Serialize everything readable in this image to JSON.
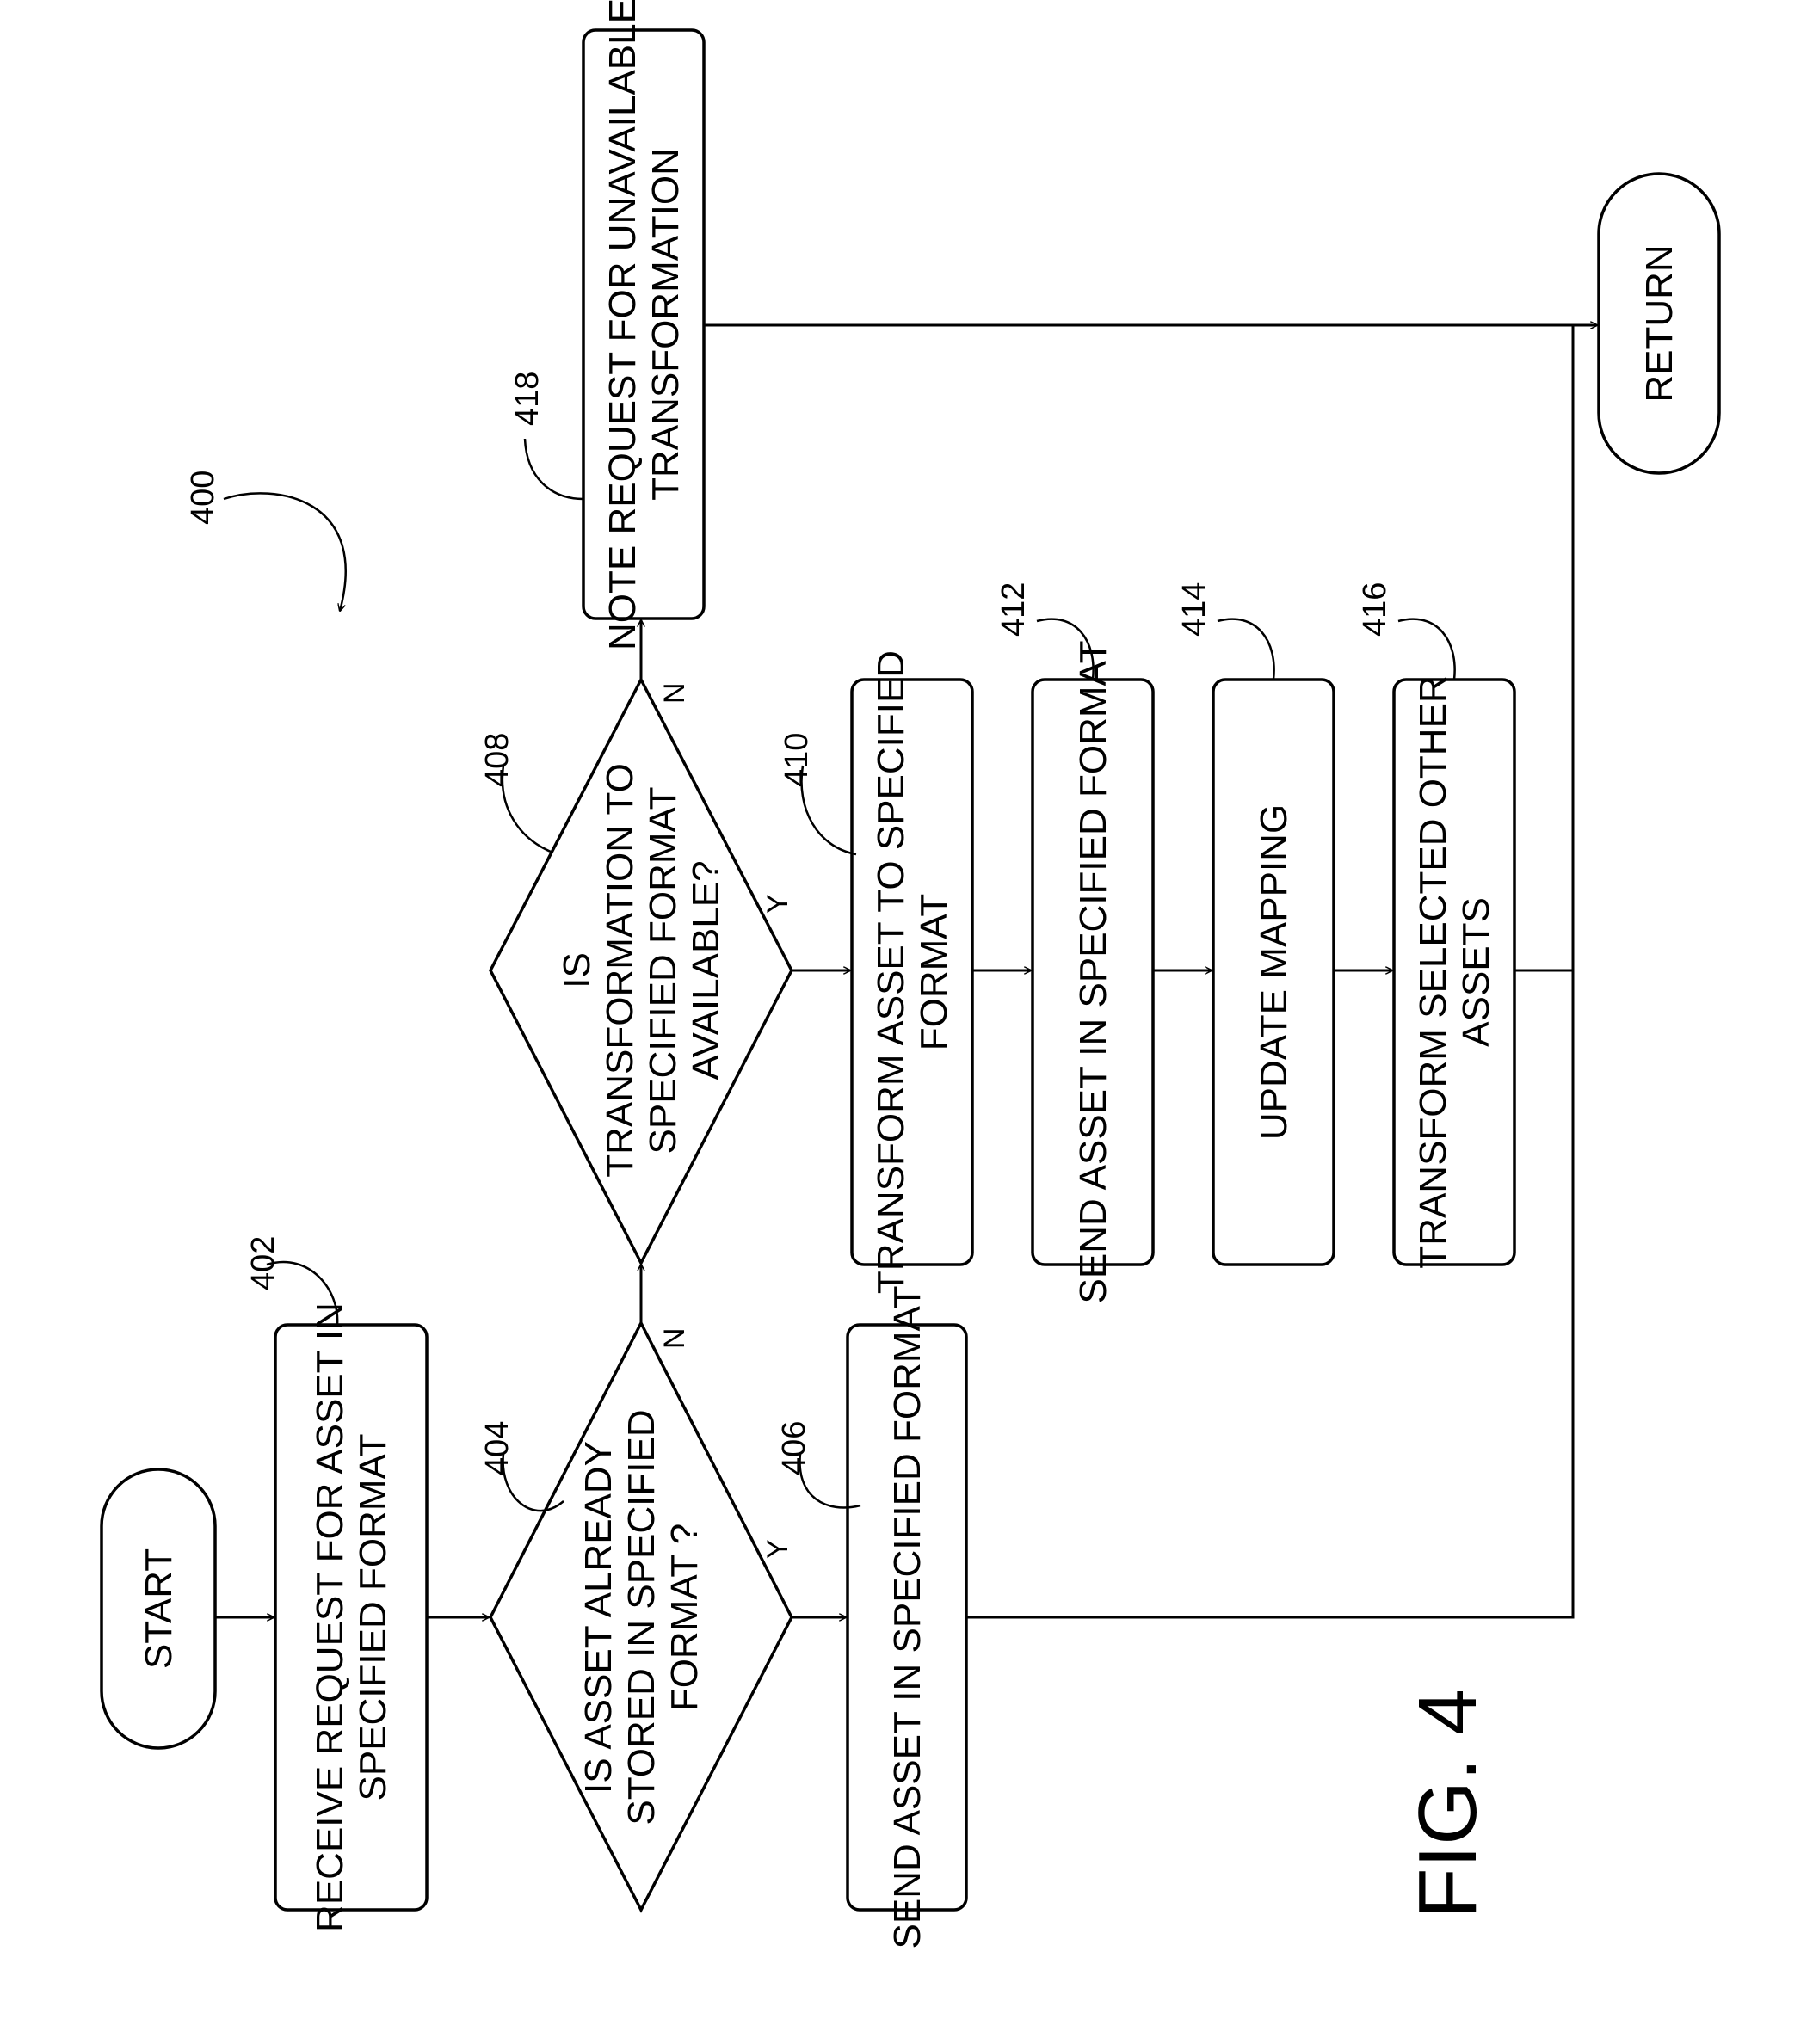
{
  "figure_number": "400",
  "figure_label": "FIG. 4",
  "nodes": {
    "start": {
      "lines": [
        "START"
      ]
    },
    "return": {
      "lines": [
        "RETURN"
      ]
    },
    "n402": {
      "ref": "402",
      "lines": [
        "RECEIVE REQUEST FOR ASSET IN",
        "SPECIFIED FORMAT"
      ]
    },
    "n404": {
      "ref": "404",
      "lines": [
        "IS ASSET ALREADY",
        "STORED IN SPECIFIED",
        "FORMAT ?"
      ]
    },
    "n406": {
      "ref": "406",
      "lines": [
        "SEND ASSET IN SPECIFIED FORMAT"
      ]
    },
    "n408": {
      "ref": "408",
      "lines": [
        "IS",
        "TRANSFORMATION TO",
        "SPECIFIED FORMAT",
        "AVAILABLE?"
      ]
    },
    "n410": {
      "ref": "410",
      "lines": [
        "TRANSFORM ASSET TO SPECIFIED",
        "FORMAT"
      ]
    },
    "n412": {
      "ref": "412",
      "lines": [
        "SEND ASSET IN SPECIFIED FORMAT"
      ]
    },
    "n414": {
      "ref": "414",
      "lines": [
        "UPDATE MAPPING"
      ]
    },
    "n416": {
      "ref": "416",
      "lines": [
        "TRANSFORM SELECTED OTHER",
        "ASSETS"
      ]
    },
    "n418": {
      "ref": "418",
      "lines": [
        "NOTE REQUEST FOR UNAVAILABLE",
        "TRANSFORMATION"
      ]
    }
  },
  "branches": {
    "yes": "Y",
    "no": "N"
  }
}
